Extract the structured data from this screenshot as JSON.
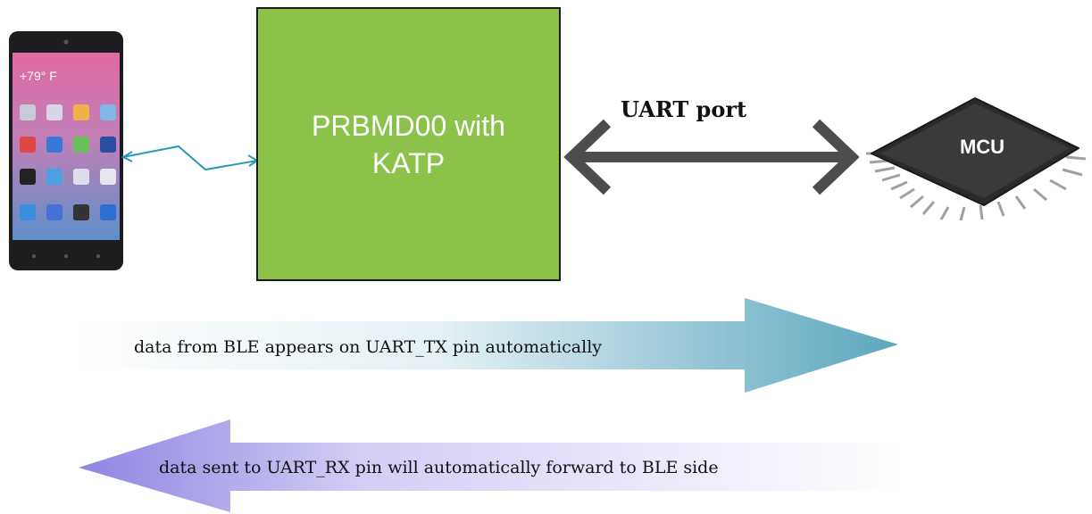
{
  "module": {
    "line1": "PRBMD00 with",
    "line2": "KATP"
  },
  "uart": {
    "label": "UART port"
  },
  "mcu": {
    "label": "MCU"
  },
  "flows": {
    "tx_text": "data from BLE appears on UART_TX pin automatically",
    "rx_text": "data sent to UART_RX pin will automatically forward to BLE side"
  },
  "phone": {
    "status_text": "+79° F"
  },
  "colors": {
    "module_fill": "#8bc34a",
    "wireless_link": "#2a9bb5",
    "uart_arrow": "#4d4d4d",
    "tx_arrow": "#66aec4",
    "rx_arrow": "#9b90e6"
  }
}
